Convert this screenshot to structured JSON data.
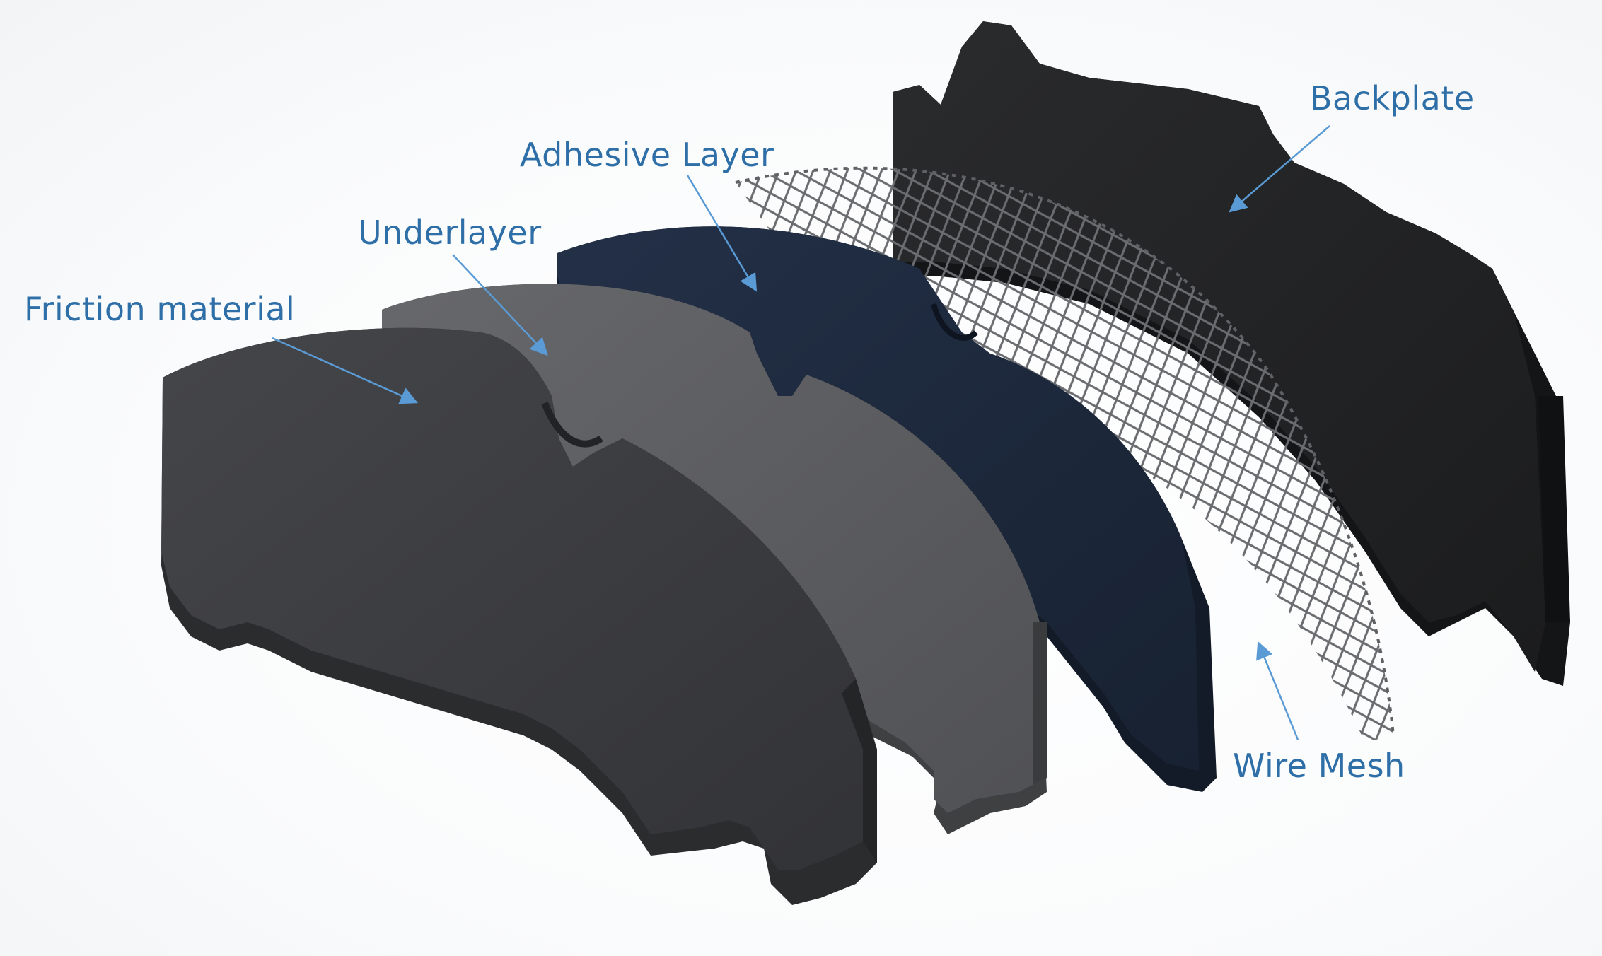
{
  "labels": {
    "friction_material": "Friction material",
    "underlayer": "Underlayer",
    "adhesive_layer": "Adhesive Layer",
    "backplate": "Backplate",
    "wire_mesh": "Wire Mesh"
  },
  "colors": {
    "label_text": "#2f6fa8",
    "arrow": "#5b9bd5",
    "friction_face": "#3a3b3d",
    "friction_edge": "#2b2c2e",
    "underlayer_face": "#5a5b5d",
    "underlayer_edge": "#454648",
    "adhesive_face": "#1b2637",
    "adhesive_edge": "#131b28",
    "mesh": "#6a6c70",
    "backplate_face": "#202122",
    "backplate_edge": "#141516"
  }
}
